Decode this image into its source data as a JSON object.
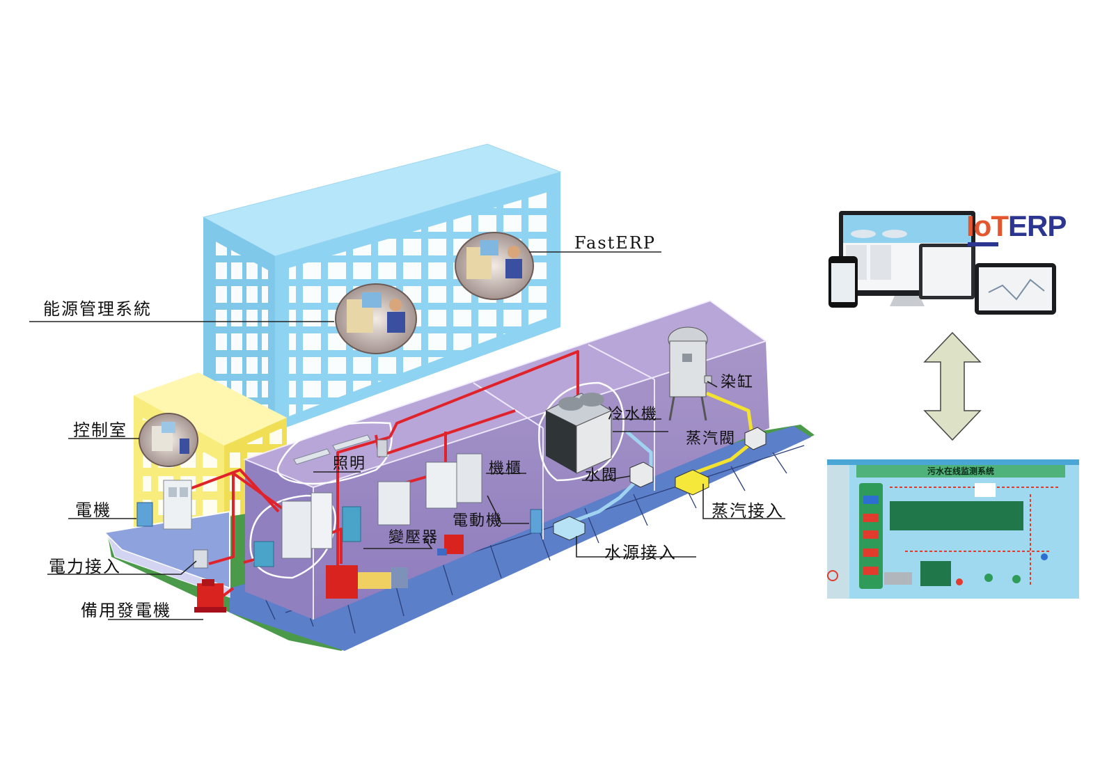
{
  "labels": {
    "energy_system": "能源管理系統",
    "fasterp": "FastERP",
    "control_room": "控制室",
    "motor": "電機",
    "power_access": "電力接入",
    "backup_generator": "備用發電機",
    "lighting": "照明",
    "cabinet": "機櫃",
    "transformer": "變壓器",
    "electric_motor": "電動機",
    "chiller": "冷水機",
    "dye_vat": "染缸",
    "steam_valve": "蒸汽閥",
    "water_valve": "水閥",
    "steam_access": "蒸汽接入",
    "water_access": "水源接入"
  },
  "iot_logo": {
    "part1": "IoT",
    "part2": "ERP"
  },
  "monitor_panel": {
    "title": "污水在线监测系统"
  },
  "colors": {
    "power_line": "#e0232b",
    "steam_line": "#f3e330",
    "water_line": "#9fd3f0",
    "building_blue": "#8fd3f3",
    "building_yellow": "#f7ec7c",
    "floor_purple": "#9a86c4",
    "sidewalk": "#5b7fc9"
  }
}
